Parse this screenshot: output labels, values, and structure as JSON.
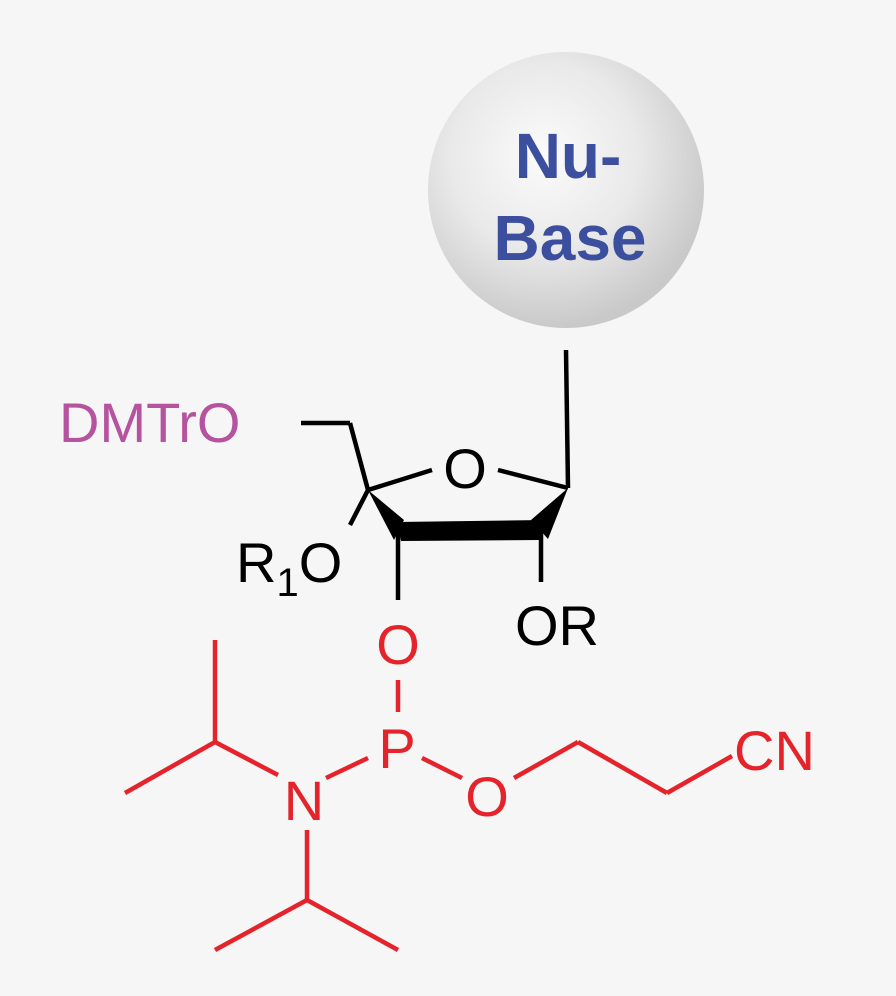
{
  "nucleobase": {
    "line1": "Nu-",
    "line2": "Base"
  },
  "protecting_group": "DMTrO",
  "ring_oxygen": "O",
  "r1o": {
    "r": "R",
    "sub": "1",
    "o": "O"
  },
  "or_label": "OR",
  "phosphite": {
    "oxygen": "O",
    "phosphorus": "P",
    "nitrogen": "N",
    "ester_oxygen": "O",
    "nitrile": "CN"
  },
  "colors": {
    "background": "#f6f6f6",
    "nucleobase_text": "#3b4f9e",
    "protecting_group": "#b5539f",
    "phosphoramidite": "#e4232b",
    "bonds": "#000000"
  }
}
